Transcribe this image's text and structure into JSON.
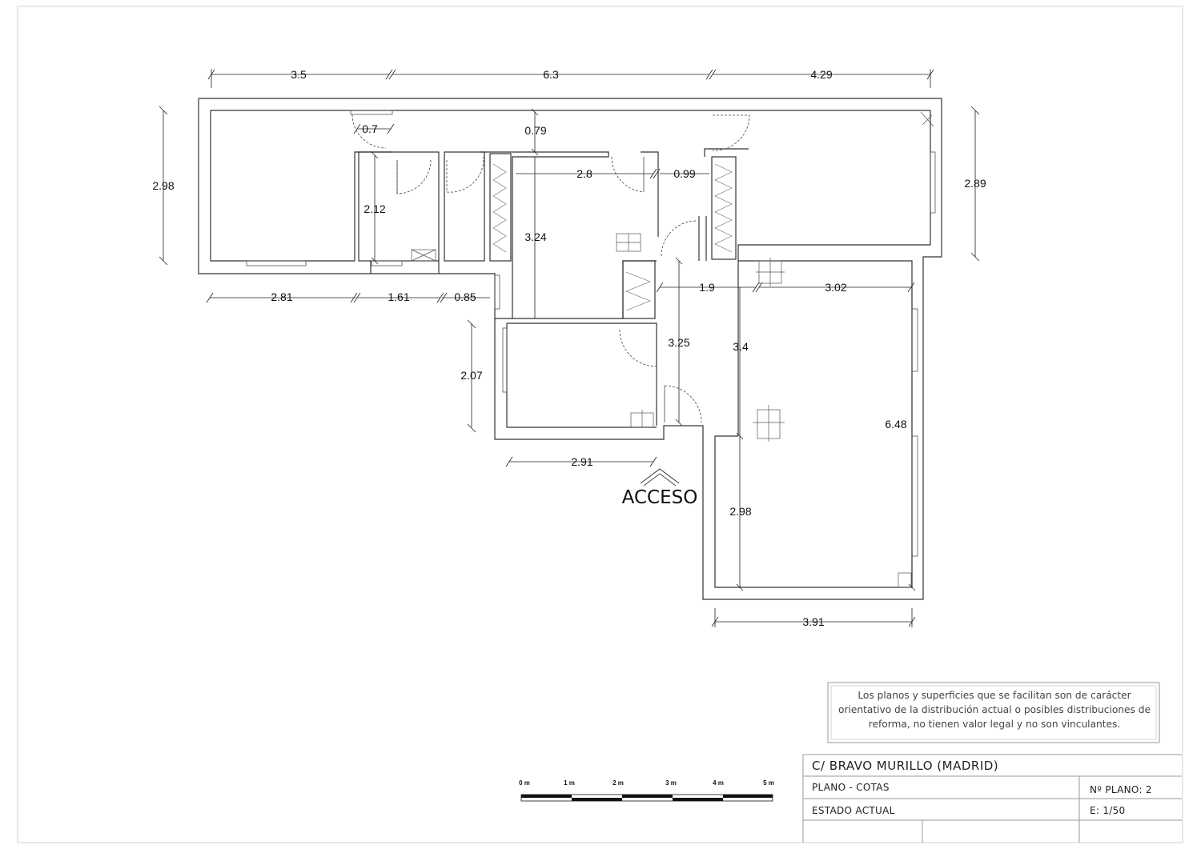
{
  "dimensions": {
    "top_a": "3.5",
    "top_b": "6.3",
    "top_c": "4.29",
    "left_height": "2.98",
    "right_height": "2.89",
    "door_a": "0.7",
    "corridor": "0.79",
    "bath_height": "2.12",
    "room_width": "2.8",
    "gap": "0.99",
    "room_height": "3.24",
    "bottom_a": "2.81",
    "bottom_b": "1.61",
    "bottom_c": "0.85",
    "hall_a": "1.9",
    "hall_b": "3.02",
    "small_height": "2.07",
    "hall_height": "3.25",
    "living_height": "3.4",
    "big_height": "6.48",
    "small_width": "2.91",
    "lower_height": "2.98",
    "living_width": "3.91"
  },
  "entrance_label": "ACCESO",
  "disclaimer": "Los planos y superficies que se facilitan son de carácter orientativo de la distribución actual o posibles distribuciones de reforma, no tienen valor legal y no son vinculantes.",
  "scale_bar": {
    "labels": [
      "0 m",
      "1 m",
      "2 m",
      "3 m",
      "4 m",
      "5 m"
    ]
  },
  "title_block": {
    "address": "C/  BRAVO MURILLO   (MADRID)",
    "plan_type": "PLANO   -  COTAS",
    "plan_number": "Nº PLANO:  2",
    "status": "ESTADO  ACTUAL",
    "scale": "E: 1/50"
  }
}
